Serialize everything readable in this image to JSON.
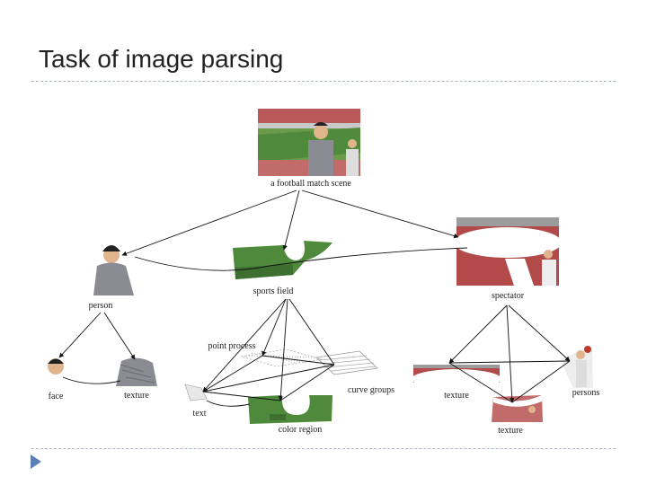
{
  "slide": {
    "title": "Task of image parsing"
  },
  "nodes": {
    "scene": "a football match scene",
    "person": "person",
    "sports_field": "sports field",
    "spectator": "spectator",
    "face": "face",
    "person_texture": "texture",
    "point_process": "point process",
    "text": "text",
    "color_region": "color region",
    "curve_groups": "curve groups",
    "spectator_texture_left": "texture",
    "spectator_texture_bottom": "texture",
    "persons": "persons"
  },
  "colors": {
    "field_green": "#4f8a3c",
    "field_dark": "#3d7030",
    "stands": "#b34a4a",
    "skin": "#e0b48c",
    "shirt": "#8b8b94",
    "accent": "#5b7fb6"
  }
}
